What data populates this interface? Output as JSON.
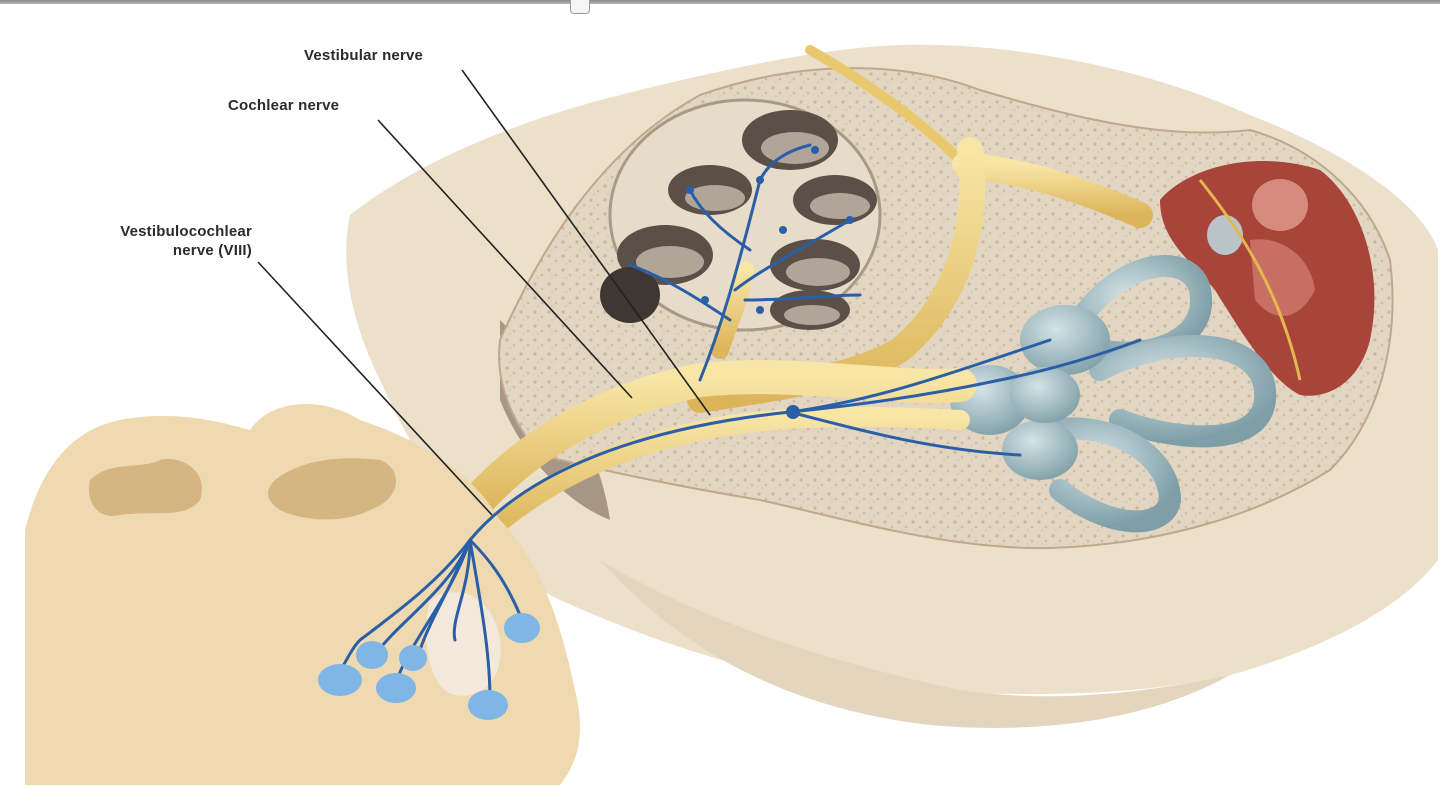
{
  "labels": {
    "vestibular_nerve": "Vestibular nerve",
    "cochlear_nerve": "Cochlear nerve",
    "vestibulocochlear_line1": "Vestibulocochlear",
    "vestibulocochlear_line2": "nerve (VIII)"
  },
  "colors": {
    "background": "#ffffff",
    "tissue": "#eee2cd",
    "bone": "#ddd0bb",
    "nerve": "#f1d57e",
    "nerve_fiber": "#2a5fa8",
    "labyrinth": "#9cb8bf",
    "middle_ear": "#a8443a",
    "leader_line": "#222222"
  }
}
